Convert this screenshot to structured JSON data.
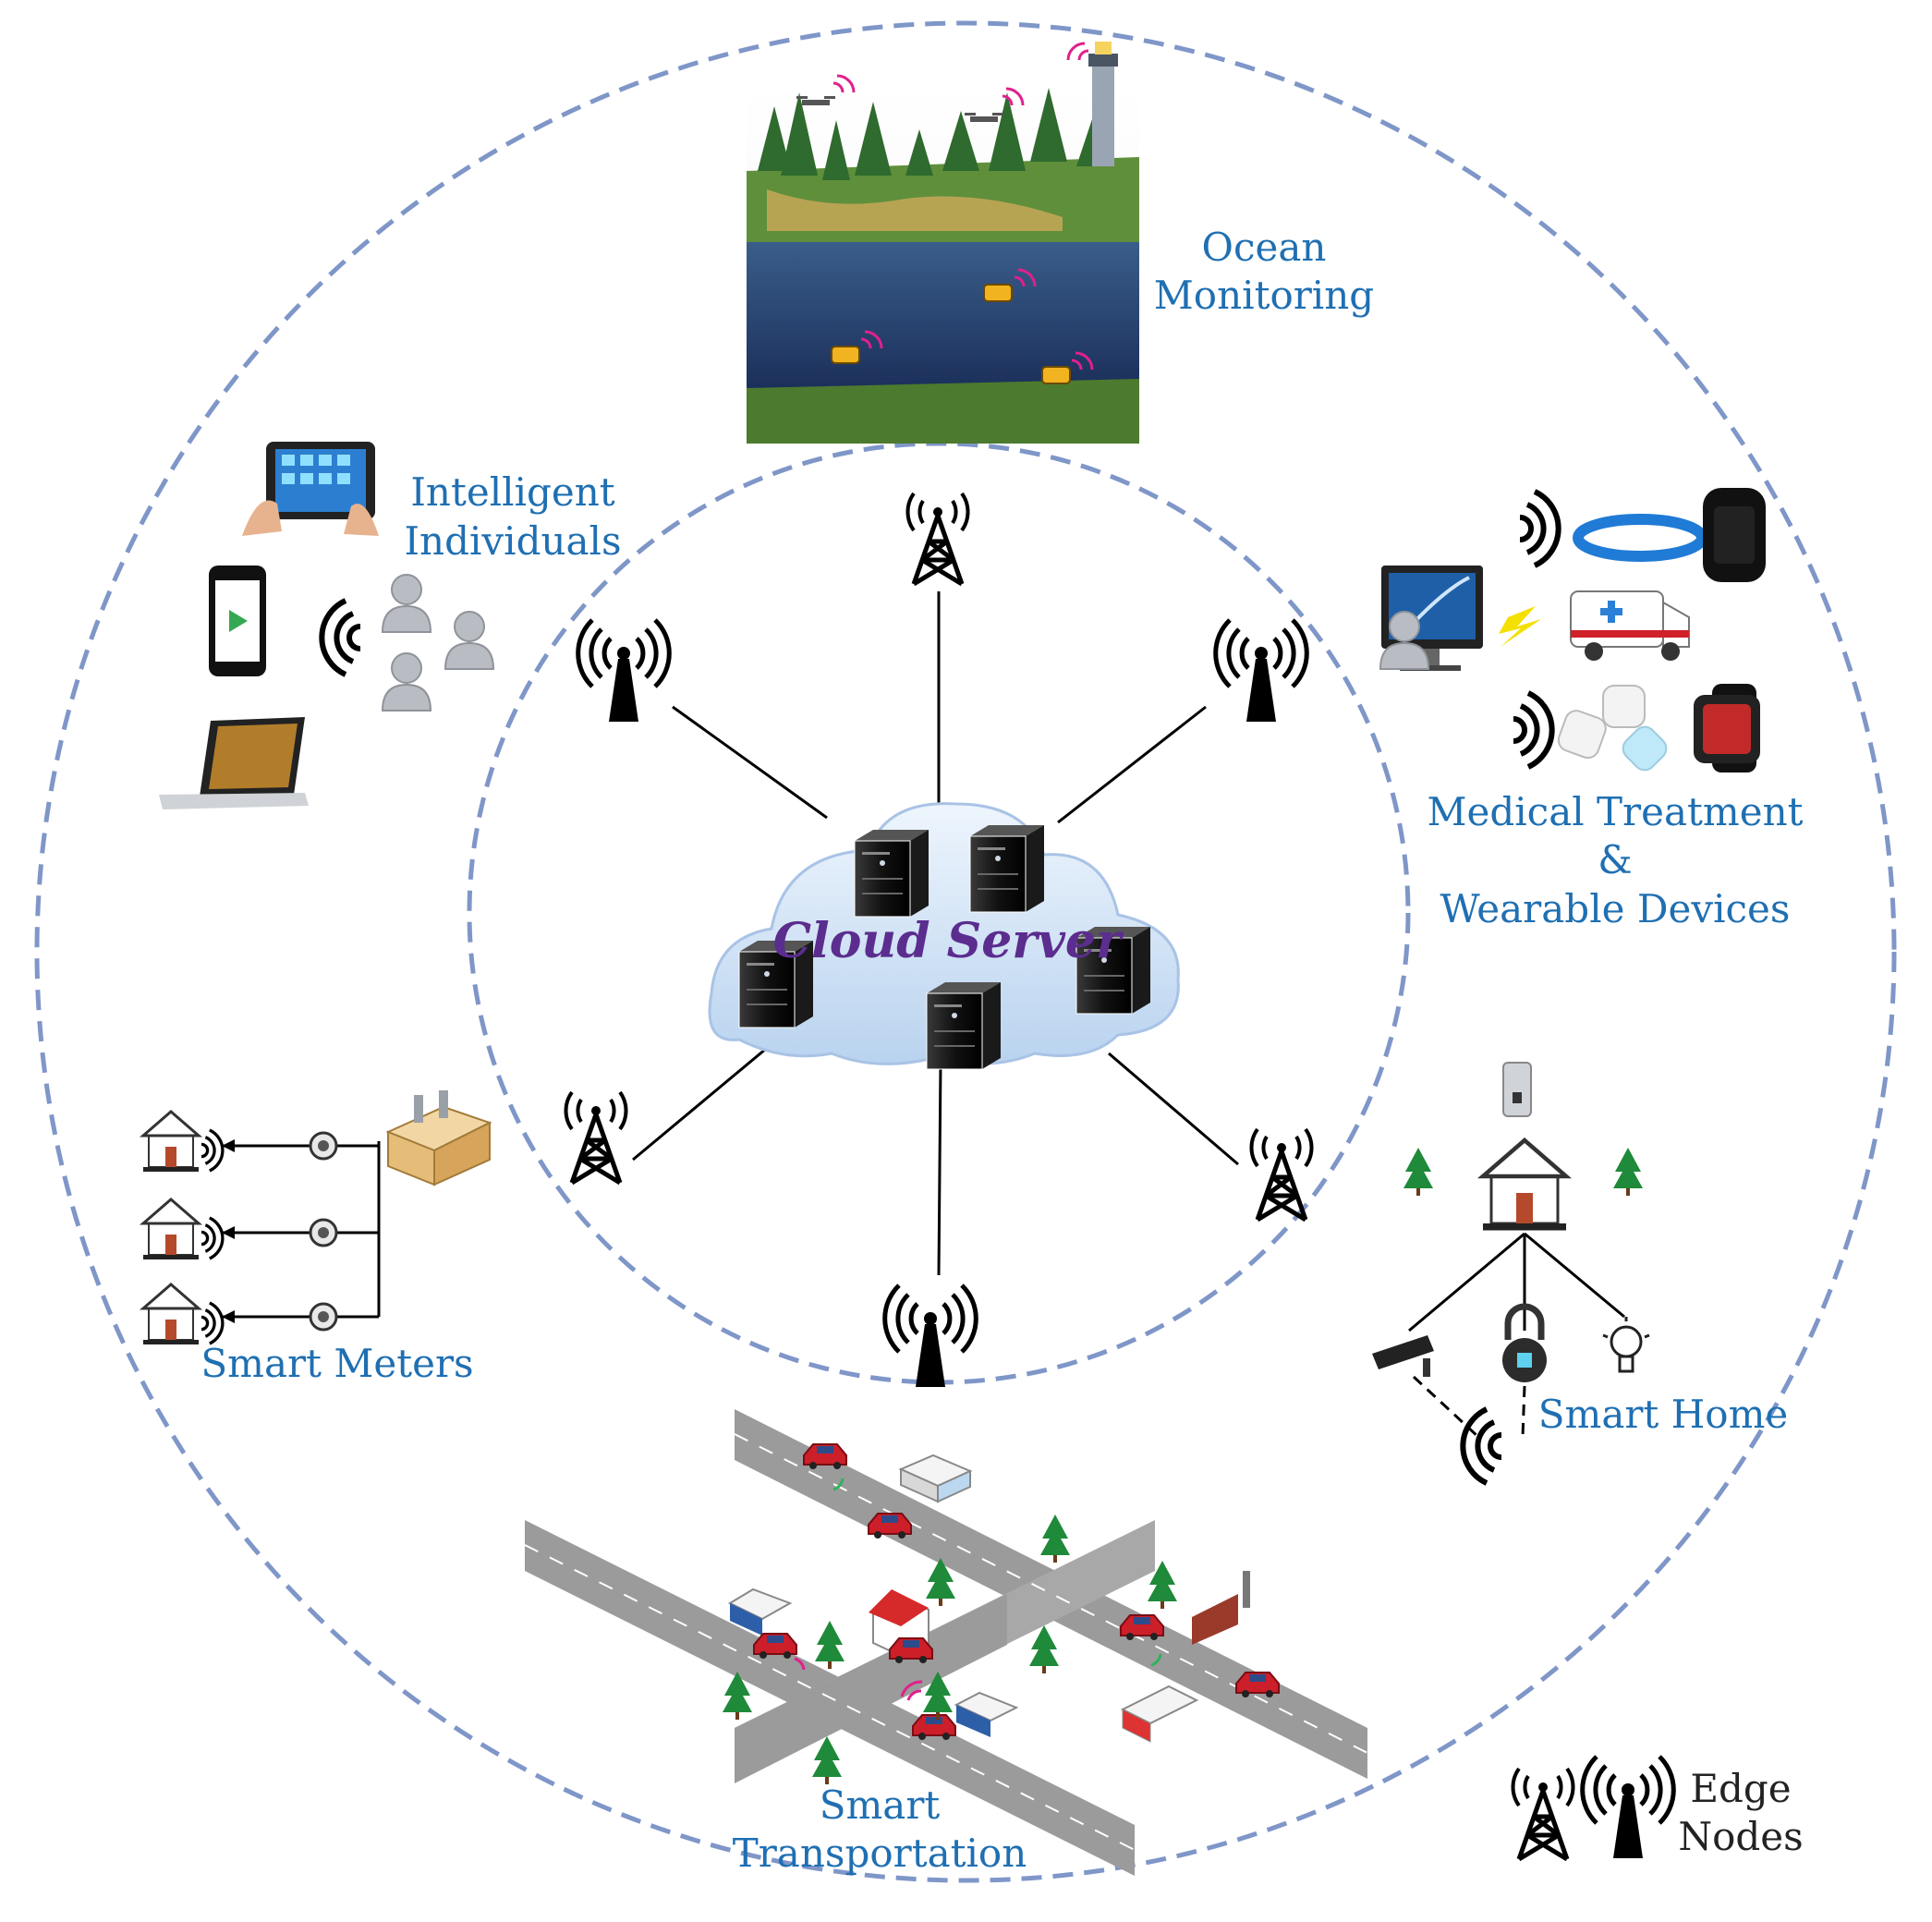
{
  "labels": {
    "ocean": [
      "Ocean",
      "Monitoring"
    ],
    "individuals": [
      "Intelligent",
      "Individuals"
    ],
    "medical": [
      "Medical Treatment",
      "&",
      "Wearable Devices"
    ],
    "smart_meters": "Smart Meters",
    "smart_home": "Smart Home",
    "transportation": [
      "Smart",
      "Transportation"
    ],
    "cloud": "Cloud Server",
    "legend": [
      "Edge",
      "Nodes"
    ]
  },
  "colors": {
    "circle_dash": "#7f96c8",
    "label_blue": "#1f6fb2",
    "cloud_text": "#5b2d8e",
    "cloud_fill": "#d6e6f7",
    "signal_pink": "#e0208c",
    "car_red": "#cc1f2a"
  },
  "icons": {
    "edge_node_tower": "lattice-antenna-tower-icon",
    "edge_node_mast": "radio-mast-icon",
    "server": "server-tower-icon",
    "signal": "wireless-signal-icon"
  }
}
